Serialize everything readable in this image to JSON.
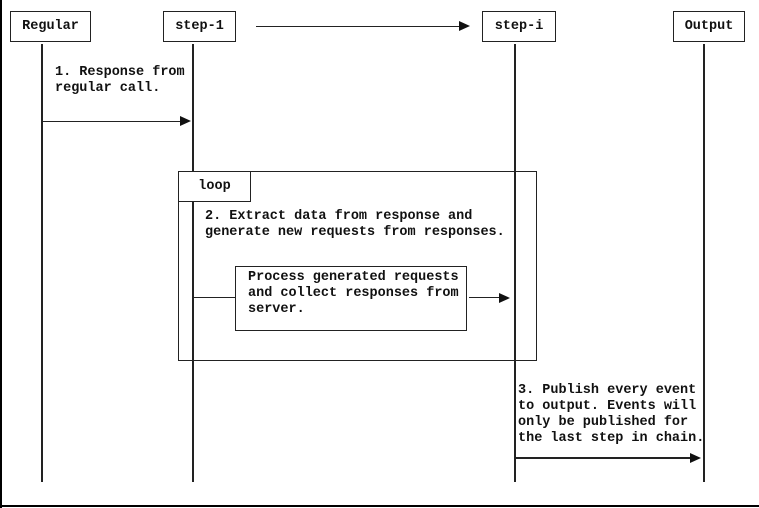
{
  "diagram": {
    "participants": [
      {
        "label": "Regular"
      },
      {
        "label": "step-1"
      },
      {
        "label": "step-i"
      },
      {
        "label": "Output"
      }
    ],
    "fragment": {
      "label": "loop"
    },
    "messages": {
      "msg1": "1. Response from\nregular call.",
      "msg2": "2. Extract data from response and\ngenerate new requests from responses.",
      "process_box": "Process generated requests\nand collect responses from\nserver.",
      "msg3": "3. Publish every event\nto output. Events will\nonly be published for\nthe last step in chain."
    },
    "colors": {
      "line": "#222222",
      "text": "#111111",
      "background": "#ffffff"
    }
  }
}
